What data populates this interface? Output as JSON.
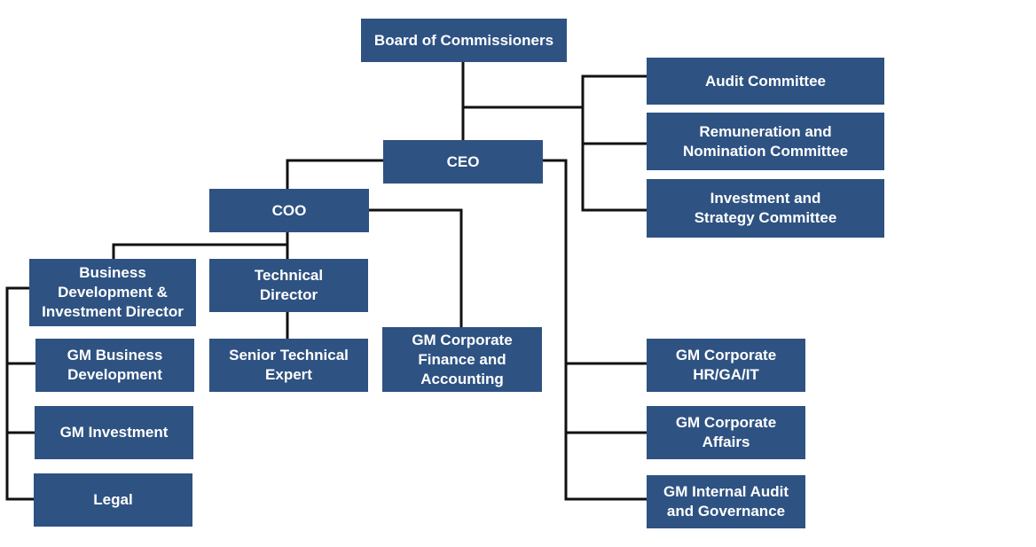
{
  "org_chart": {
    "board": "Board of Commissioners",
    "committees": [
      "Audit Committee",
      "Remuneration and\nNomination Committee",
      "Investment and\nStrategy Committee"
    ],
    "ceo": "CEO",
    "coo": "COO",
    "business_director": "Business\nDevelopment &\nInvestment Director",
    "technical_director": "Technical\nDirector",
    "senior_technical_expert": "Senior Technical\nExpert",
    "gm_finance": "GM Corporate\nFinance and\nAccounting",
    "business_units": [
      "GM Business\nDevelopment",
      "GM Investment",
      "Legal"
    ],
    "ceo_units": [
      "GM Corporate\nHR/GA/IT",
      "GM Corporate\nAffairs",
      "GM Internal Audit\nand Governance"
    ]
  }
}
